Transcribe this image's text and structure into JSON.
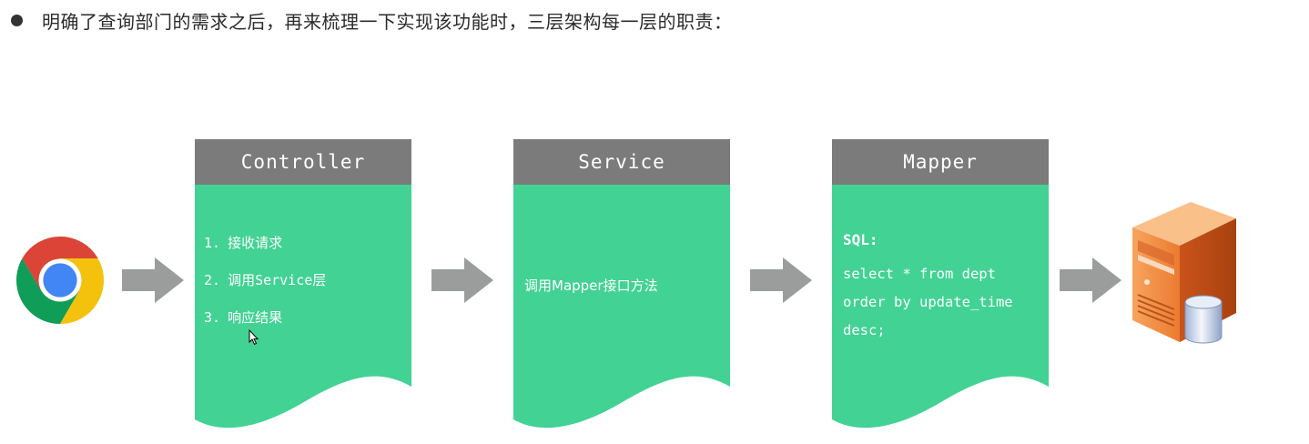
{
  "header": {
    "text": "明确了查询部门的需求之后，再来梳理一下实现该功能时，三层架构每一层的职责："
  },
  "layers": [
    {
      "title": "Controller",
      "steps": [
        {
          "num": "1.",
          "text": "接收请求"
        },
        {
          "num": "2.",
          "text": "调用Service层"
        },
        {
          "num": "3.",
          "text": "响应结果"
        }
      ]
    },
    {
      "title": "Service",
      "text": "调用Mapper接口方法"
    },
    {
      "title": "Mapper",
      "sql_label": "SQL:",
      "sql_lines": [
        "select * from dept",
        "order by update_time",
        "desc;"
      ]
    }
  ],
  "icons": {
    "client": "chrome-browser-icon",
    "flow_arrow": "right-arrow-icon",
    "database": "database-server-icon",
    "pointer": "mouse-cursor-icon"
  },
  "colors": {
    "card_body": "#42d294",
    "card_header": "#7b7b7b",
    "arrow": "#9a9d9c",
    "server_orange": "#e8742a"
  }
}
